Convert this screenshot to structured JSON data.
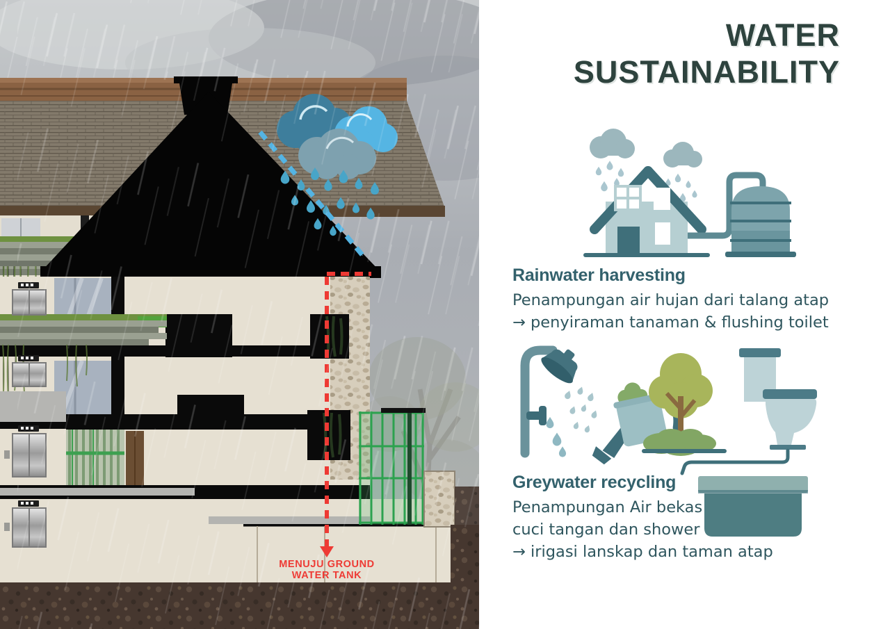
{
  "title": {
    "line1": "WATER",
    "line2": "SUSTAINABILITY"
  },
  "left_panel": {
    "description": "building cross-section in rain",
    "groundwater_label_line1": "MENUJU GROUND",
    "groundwater_label_line2": "WATER TANK",
    "icons": [
      "rain-clouds-icon",
      "rain-drops-icon",
      "roof-runoff-arrow-icon",
      "groundwater-arrow-icon"
    ]
  },
  "sections": {
    "rainwater": {
      "heading": "Rainwater harvesting",
      "line1": "Penampungan air hujan dari talang atap",
      "line2": "→ penyiraman tanaman & flushing toilet",
      "icons": [
        "rain-cloud-icon",
        "house-icon",
        "pipe-icon",
        "water-tank-icon"
      ]
    },
    "greywater": {
      "heading": "Greywater recycling",
      "line1": "Penampungan Air bekas",
      "line2": "cuci tangan dan shower",
      "line3": "→ irigasi lanskap dan taman atap",
      "icons": [
        "shower-icon",
        "watering-can-icon",
        "tree-icon",
        "toilet-icon",
        "drain-pipe-icon",
        "greywater-container-icon"
      ]
    }
  },
  "colors": {
    "title": "#2e433e",
    "heading": "#33616c",
    "body_text": "#2f565e",
    "red_label": "#ee3a34",
    "arrow_blue": "#54b4e3",
    "icon_dark_teal": "#3f6f7a",
    "icon_light_teal": "#b6cfd2",
    "tank_teal": "#7da4ac",
    "tree_green": "#a8b55b",
    "bush_green": "#82a664",
    "trellis_green": "#2ca24f",
    "soil_brown": "#46372f"
  }
}
